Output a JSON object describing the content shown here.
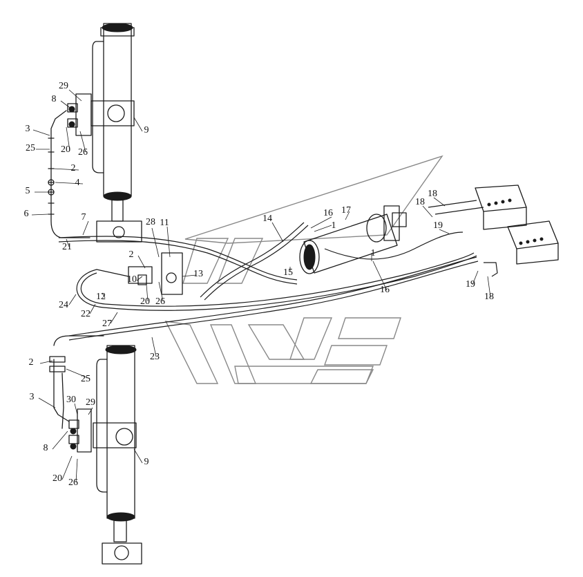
{
  "diagram": {
    "callouts": [
      "1",
      "1",
      "2",
      "2",
      "2",
      "3",
      "3",
      "4",
      "5",
      "6",
      "7",
      "8",
      "8",
      "9",
      "9",
      "10",
      "11",
      "12",
      "13",
      "14",
      "15",
      "16",
      "16",
      "17",
      "18",
      "18",
      "18",
      "19",
      "19",
      "20",
      "20",
      "20",
      "21",
      "22",
      "23",
      "24",
      "25",
      "25",
      "26",
      "26",
      "26",
      "27",
      "28",
      "29",
      "29",
      "30"
    ]
  }
}
